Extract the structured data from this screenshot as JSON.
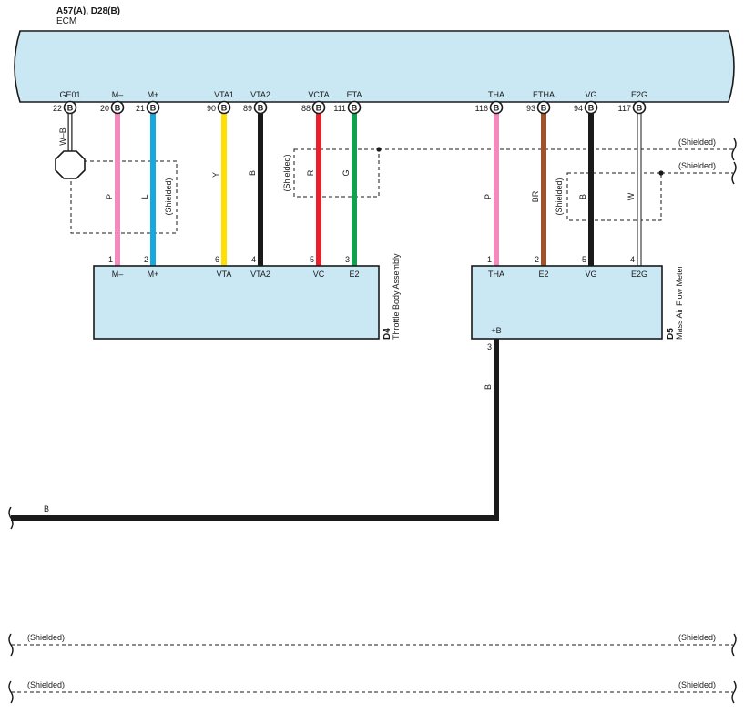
{
  "ecm": {
    "connectors": "A57(A), D28(B)",
    "name": "ECM",
    "pins": [
      {
        "term": "GE01",
        "num": "22",
        "conn": "B"
      },
      {
        "term": "M–",
        "num": "20",
        "conn": "B"
      },
      {
        "term": "M+",
        "num": "21",
        "conn": "B"
      },
      {
        "term": "VTA1",
        "num": "90",
        "conn": "B"
      },
      {
        "term": "VTA2",
        "num": "89",
        "conn": "B"
      },
      {
        "term": "VCTA",
        "num": "88",
        "conn": "B"
      },
      {
        "term": "ETA",
        "num": "111",
        "conn": "B"
      },
      {
        "term": "THA",
        "num": "116",
        "conn": "B"
      },
      {
        "term": "ETHA",
        "num": "93",
        "conn": "B"
      },
      {
        "term": "VG",
        "num": "94",
        "conn": "B"
      },
      {
        "term": "E2G",
        "num": "117",
        "conn": "B"
      }
    ]
  },
  "throttle": {
    "code": "D4",
    "name": "Throttle Body Assembly",
    "pins": [
      {
        "term": "M–",
        "num": "1"
      },
      {
        "term": "M+",
        "num": "2"
      },
      {
        "term": "VTA",
        "num": "6"
      },
      {
        "term": "VTA2",
        "num": "4"
      },
      {
        "term": "VC",
        "num": "5"
      },
      {
        "term": "E2",
        "num": "3"
      }
    ]
  },
  "maf": {
    "code": "D5",
    "name": "Mass Air Flow Meter",
    "pins": [
      {
        "term": "THA",
        "num": "1"
      },
      {
        "term": "E2",
        "num": "2"
      },
      {
        "term": "VG",
        "num": "5"
      },
      {
        "term": "E2G",
        "num": "4"
      }
    ],
    "power": {
      "term": "+B",
      "num": "3"
    }
  },
  "wires": [
    {
      "label": "W–B",
      "color": "#1a1a1a"
    },
    {
      "label": "P",
      "color": "#f28bbb"
    },
    {
      "label": "L",
      "color": "#18a8e0"
    },
    {
      "label": "Y",
      "color": "#ffe000"
    },
    {
      "label": "B",
      "color": "#1a1a1a"
    },
    {
      "label": "R",
      "color": "#e8202a"
    },
    {
      "label": "G",
      "color": "#10a050"
    },
    {
      "label": "P",
      "color": "#f28bbb"
    },
    {
      "label": "BR",
      "color": "#a0522d"
    },
    {
      "label": "B",
      "color": "#1a1a1a"
    },
    {
      "label": "W",
      "color": "#ffffff"
    }
  ],
  "power_wire": {
    "label": "B",
    "label_bottom": "B"
  },
  "shield_label": "(Shielded)",
  "colors": {
    "box_fill": "#c9e8f4",
    "line": "#1a1a1a"
  }
}
